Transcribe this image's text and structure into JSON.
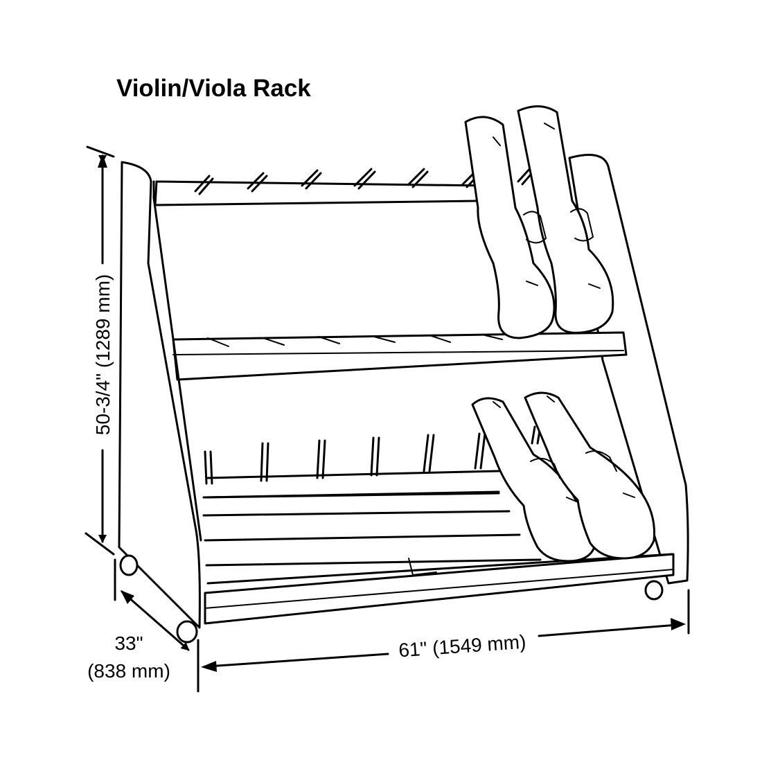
{
  "title": "Violin/Viola Rack",
  "dimensions": {
    "height": "50-3/4\" (1289 mm)",
    "depth_line1": "33\"",
    "depth_line2": "(838 mm)",
    "width": "61\" (1549 mm)"
  },
  "colors": {
    "ink": "#000000",
    "paper": "#ffffff"
  }
}
